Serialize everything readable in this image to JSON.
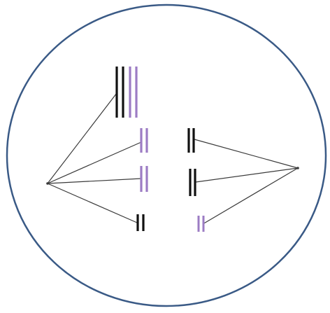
{
  "colors": {
    "cell_outline": "#3a5a86",
    "background": "#ffffff",
    "spindle": "#3a3a3a",
    "chromosome_black": "#111111",
    "chromosome_purple": "#9c7cc4"
  },
  "cell": {
    "shape": "ellipse",
    "spindle_poles": 2
  },
  "chromosome_groups": [
    {
      "color": "black",
      "strands": 2,
      "size": "long"
    },
    {
      "color": "purple",
      "strands": 2,
      "size": "long"
    },
    {
      "color": "purple",
      "strands": 2,
      "size": "medium"
    },
    {
      "color": "black",
      "strands": 2,
      "size": "medium"
    },
    {
      "color": "purple",
      "strands": 2,
      "size": "medium"
    },
    {
      "color": "black",
      "strands": 2,
      "size": "medium"
    },
    {
      "color": "black",
      "strands": 2,
      "size": "short"
    },
    {
      "color": "purple",
      "strands": 2,
      "size": "short"
    }
  ]
}
